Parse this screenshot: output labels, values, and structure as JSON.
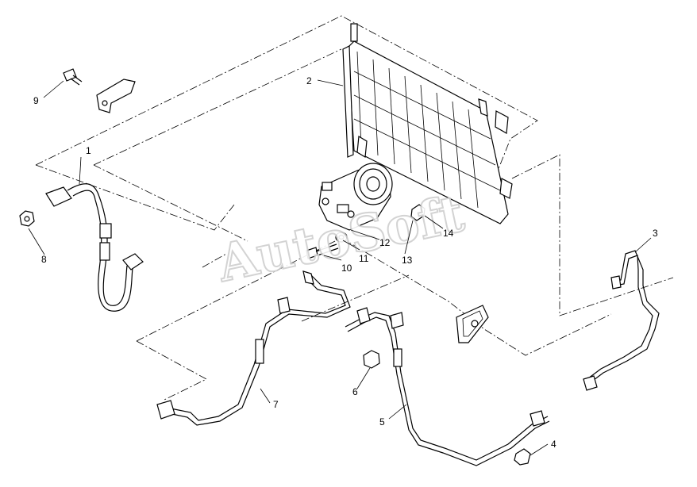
{
  "watermark": {
    "text": "AutoSoft"
  },
  "callouts": {
    "c1": "1",
    "c2": "2",
    "c3": "3",
    "c4": "4",
    "c5": "5",
    "c6": "6",
    "c7": "7",
    "c8": "8",
    "c9": "9",
    "c10": "10",
    "c11": "11",
    "c12": "12",
    "c13": "13",
    "c14": "14"
  }
}
